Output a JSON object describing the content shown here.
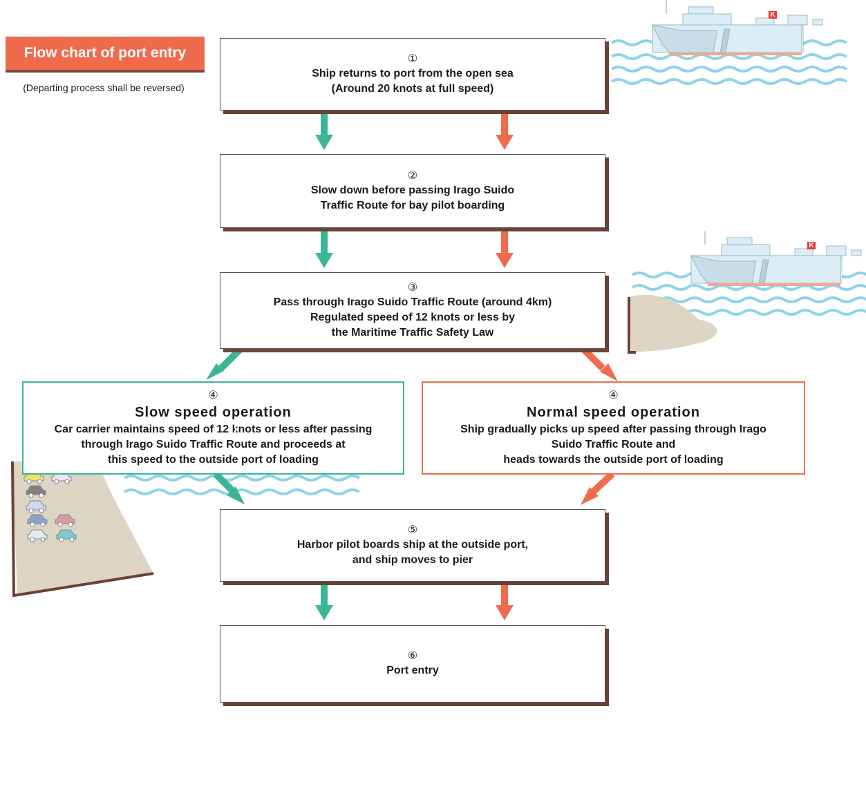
{
  "title": "Flow chart of port entry",
  "subtitle": "(Departing process shall be reversed)",
  "steps": {
    "s1": {
      "num": "①",
      "lines": [
        "Ship returns to port from the open sea",
        "(Around 20 knots at full speed)"
      ]
    },
    "s2": {
      "num": "②",
      "lines": [
        "Slow down before passing Irago Suido",
        "Traffic Route for bay pilot boarding"
      ]
    },
    "s3": {
      "num": "③",
      "lines": [
        "Pass through Irago Suido Traffic Route (around 4km)",
        "Regulated speed of 12 knots or less by",
        "the Maritime Traffic Safety Law"
      ]
    },
    "s4a": {
      "num": "④",
      "heading": "Slow speed operation",
      "lines": [
        "Car carrier maintains speed of 12 knots or less after passing",
        "through Irago Suido Traffic Route and proceeds at",
        "this speed to the outside port of loading"
      ]
    },
    "s4b": {
      "num": "④",
      "heading": "Normal speed operation",
      "lines": [
        "Ship gradually picks up speed after passing through Irago",
        "Suido Traffic Route and",
        "heads towards the outside port of loading"
      ]
    },
    "s5": {
      "num": "⑤",
      "lines": [
        "Harbor pilot boards ship at the outside port,",
        "and ship moves to pier"
      ]
    },
    "s6": {
      "num": "⑥",
      "lines": [
        "Port entry"
      ]
    }
  },
  "ship_logo": "K",
  "colors": {
    "green": "#3cb597",
    "orange": "#ef6b4c",
    "shadow": "#6a4238",
    "sea": "#8fd3e8",
    "land": "#ddd5c4",
    "hull": "#dcedf7"
  }
}
